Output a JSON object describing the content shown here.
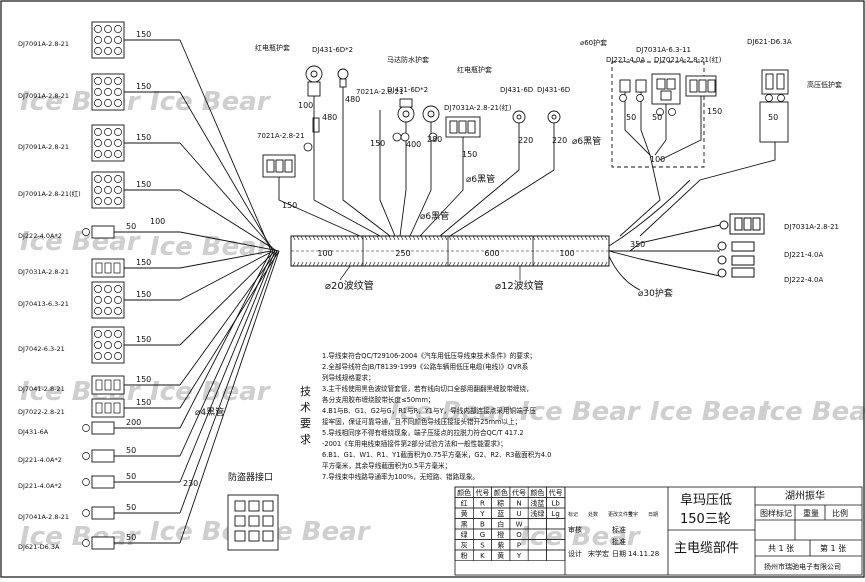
{
  "watermark": "Ice Bear",
  "left_connectors": [
    {
      "part": "DJ7091A-2.8-21",
      "length": "150"
    },
    {
      "part": "DJ7091A-2.8-21",
      "length": "150"
    },
    {
      "part": "DJ7091A-2.8-21",
      "length": "150"
    },
    {
      "part": "DJ7091A-2.8-21(红)",
      "length": "150"
    },
    {
      "part": "DJ222-4.0A*2",
      "length": "50",
      "length2": "100"
    },
    {
      "part": "DJ7031A-2.8-21",
      "length": "150"
    },
    {
      "part": "DJ70413-6.3-21",
      "length": "150"
    },
    {
      "part": "DJ7042-6.3-21",
      "length": "150"
    },
    {
      "part": "DJ7041-2.8-21",
      "length": "150"
    },
    {
      "part": "DJ7022-2.8-21",
      "length": "150"
    },
    {
      "part": "DJ431-6A",
      "length": "200"
    },
    {
      "part": "DJ221-4.0A*2",
      "length": "50"
    },
    {
      "part": "DJ221-4.0A*2",
      "length": "50"
    },
    {
      "part": "DJ7041A-2.8-21",
      "length": "50"
    },
    {
      "part": "DJ621-D6.3A",
      "length": "50"
    }
  ],
  "left_extra": {
    "length_230": "230",
    "tube_4": "⌀4黑管",
    "anti_theft": "防盗器接口"
  },
  "top_labels": {
    "red_sheath_1": "红电瓶护套",
    "dj431_6d2_a": "DJ431-6D*2",
    "motor_sheath": "马达防水护套",
    "dj431_6d2_b": "DJ431-6D*2",
    "red_sheath_2": "红电瓶护套",
    "dj431_6d": "DJ431-6D",
    "dj431_6d_b": "DJ431-6D",
    "dj7021a": "7021A-2.8-21",
    "dj7031a_red": "DJ7031A-2.8-21(红)",
    "dj7021a_left": "7021A-2.8-21",
    "len_100": "100",
    "len_480a": "480",
    "len_480b": "480",
    "len_150": "150",
    "len_400": "400",
    "len_280": "280",
    "len_150b": "150",
    "len_220a": "220",
    "len_220b": "220",
    "tube_6a": "⌀6黑管",
    "tube_6b": "⌀6黑管",
    "tube_6c": "⌀6黑管",
    "len_150c": "150"
  },
  "top_right_labels": {
    "sheath_60": "⌀60护套",
    "dj7031a_63": "DJ7031A-6.3-11",
    "dj221_40a": "DJ221-4.0A",
    "dj7021a_red": "DJ7021A-2.8-21(红)",
    "dj621_d63a": "DJ621-D6.3A",
    "hv_sheath": "高压低护套",
    "len_50a": "50",
    "len_50b": "50",
    "len_50c": "50",
    "len_150": "150",
    "len_100": "100"
  },
  "trunk": {
    "segments": [
      "100",
      "250",
      "600",
      "100"
    ],
    "tube_20": "⌀20波纹管",
    "tube_12": "⌀12波纹管",
    "len_350": "350",
    "sheath_30": "⌀30护套"
  },
  "right_connectors": [
    {
      "part": "DJ7031A-2.8-21"
    },
    {
      "part": "DJ221-4.0A"
    },
    {
      "part": "DJ222-4.0A"
    }
  ],
  "requirements": {
    "title": "技术要求",
    "lines": [
      "1.导线束符合QC/T29106-2004《汽车用低压导线束技术条件》的要求；",
      "2.全部导线符合JB/T8139-1999《公路车辆用低压电缆(电线)》QVR系",
      "   列导线规格要求；",
      "3.主干线使用黑色波纹管套管，若有线向切口全部用翻翻黑缠胶带缠绕，",
      "   各分支用胶布缠绕胶带长度≤50mm；",
      "4.B1与B、G1、G2与G，R1与R，Y1与Y，导线内部连接点采用铜端子压",
      "   接牢固，保证可靠导通，且不同颜色导线压接接头错开25mm以上；",
      "5.导线相同序不得有缠绕现象，端子压接点的拉脱力符合QC/T 417.2",
      "   -2001《车用电线束插接件第2部分试验方法和一般性能要求》；",
      "6.B1、G1、W1、R1、Y1截面积为0.75平方毫米，G2、R2、R3截面积为4.0",
      "   平方毫米，其余导线截面积为0.5平方毫米；",
      "7.导线束中线路导通率为100%，无短路、错路现象。"
    ]
  },
  "color_table": {
    "header": [
      "颜色",
      "代号",
      "颜色",
      "代号",
      "颜色",
      "代号"
    ],
    "rows": [
      [
        "红",
        "R",
        "粽",
        "N",
        "浅蓝",
        "Lb"
      ],
      [
        "黄",
        "Y",
        "蓝",
        "U",
        "浅绿",
        "Lg"
      ],
      [
        "黑",
        "B",
        "白",
        "W",
        "",
        ""
      ],
      [
        "绿",
        "G",
        "橙",
        "O",
        "",
        ""
      ],
      [
        "灰",
        "S",
        "紫",
        "P",
        "",
        ""
      ],
      [
        "粉",
        "K",
        "黄",
        "Y",
        "",
        ""
      ]
    ]
  },
  "title_block": {
    "model": "阜玛压低",
    "subtitle": "150三轮",
    "name": "主电缆部件",
    "company": "湖州振华",
    "company_full": "扬州市瑞驰电子有限公司",
    "doc_label": "图样标记",
    "weight_label": "重量",
    "scale_label": "比例",
    "sheets": "共 1 张",
    "sheet_no": "第 1 张",
    "design_label": "设计",
    "designer": "宋学宏",
    "date_label": "日期",
    "date": "14.11.28",
    "std_label": "标准",
    "approve_label": "批准",
    "check_label": "审核",
    "mark_cols": [
      "标记",
      "处数",
      "更改文件号",
      "签字",
      "日期"
    ]
  },
  "colors": {
    "line": "#111111",
    "watermark": "#cfcfcf"
  }
}
